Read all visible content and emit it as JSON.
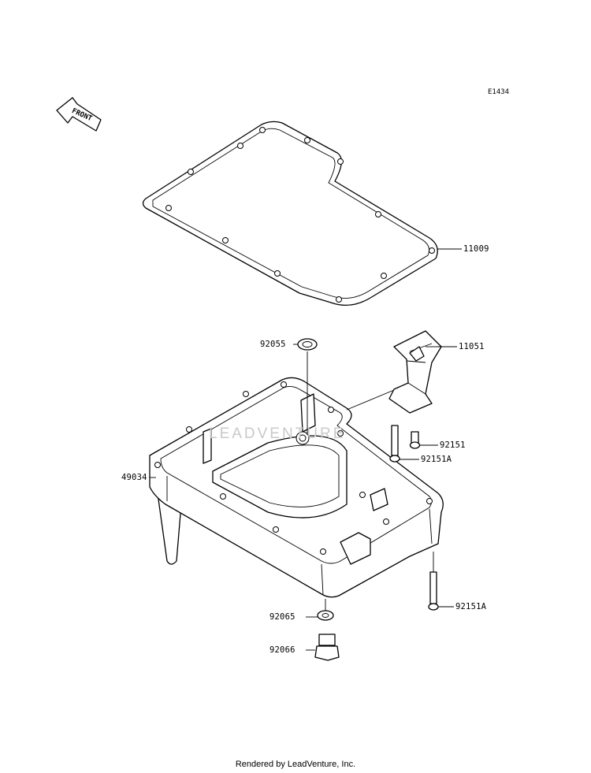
{
  "diagram": {
    "code": "E1434",
    "front_label": "FRONT",
    "watermark": "LEADVENTURE",
    "footer": "Rendered by LeadVenture, Inc.",
    "callouts": {
      "gasket": "11009",
      "bracket": "11051",
      "oil_pan": "49034",
      "seal_92055": "92055",
      "bolt_92151": "92151",
      "bolt_92151a_upper": "92151A",
      "bolt_92151a_lower": "92151A",
      "washer_92065": "92065",
      "plug_92066": "92066"
    }
  }
}
